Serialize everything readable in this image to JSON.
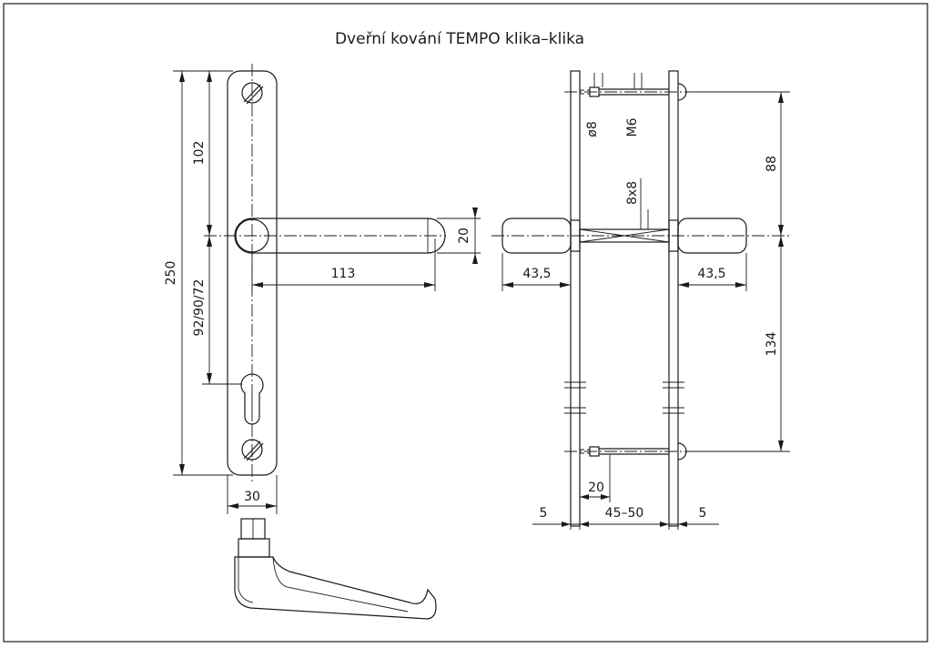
{
  "title": "Dveřní kování TEMPO klika–klika",
  "front_view": {
    "dim_total_height": "250",
    "dim_upper": "102",
    "dim_lower": "92/90/72",
    "dim_handle_length": "113",
    "dim_handle_thickness": "20",
    "dim_plate_width": "30"
  },
  "side_view": {
    "dim_hole_diameter": "ø8",
    "dim_screw": "M6",
    "dim_square_spindle": "8x8",
    "dim_upper_spacing": "88",
    "dim_lower_spacing": "134",
    "dim_left_rose": "43,5",
    "dim_right_rose": "43,5",
    "dim_bolt_offset": "20",
    "dim_plate_left": "5",
    "dim_door_thickness": "45–50",
    "dim_plate_right": "5"
  }
}
